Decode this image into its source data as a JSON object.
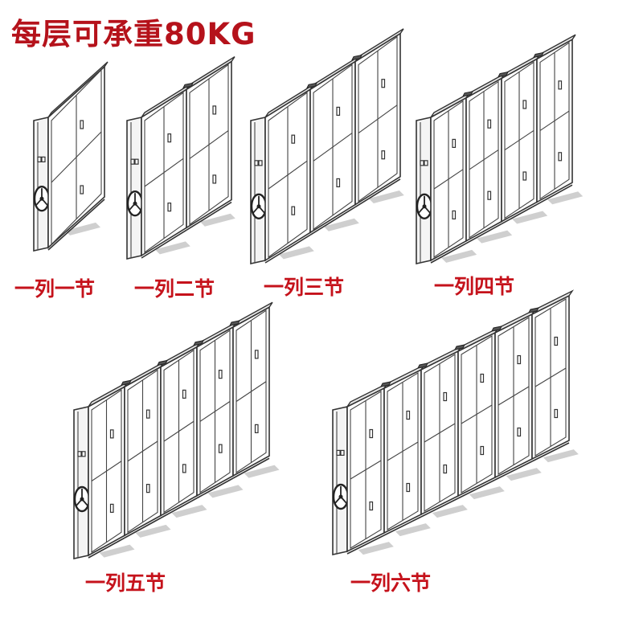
{
  "title": "每层可承重80KG",
  "colors": {
    "title": "#b5121b",
    "label": "#c5121b",
    "line": "#333333"
  },
  "icons": [
    "hand-wheel-icon",
    "door-handle-icon",
    "lock-icon"
  ],
  "cabinets": [
    {
      "label": "一列一节",
      "sections": 1
    },
    {
      "label": "一列二节",
      "sections": 2
    },
    {
      "label": "一列三节",
      "sections": 3
    },
    {
      "label": "一列四节",
      "sections": 4
    },
    {
      "label": "一列五节",
      "sections": 5
    },
    {
      "label": "一列六节",
      "sections": 6
    }
  ]
}
